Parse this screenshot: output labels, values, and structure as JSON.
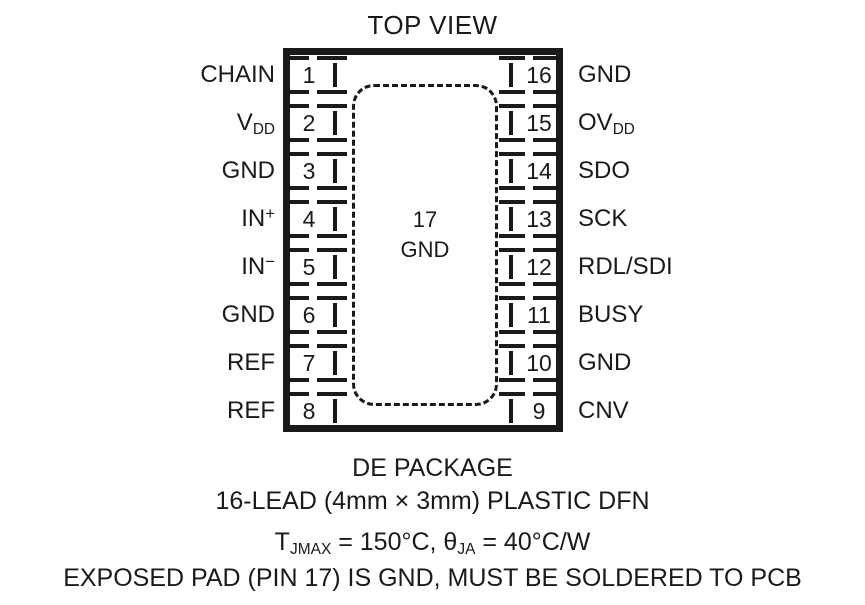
{
  "title": "TOP VIEW",
  "package": {
    "exposed_pad": {
      "pin_number": "17",
      "pin_name": "GND"
    },
    "left_pins": [
      {
        "number": "1",
        "label": "CHAIN"
      },
      {
        "number": "2",
        "label": "VDD",
        "base": "V",
        "sub": "DD"
      },
      {
        "number": "3",
        "label": "GND"
      },
      {
        "number": "4",
        "label": "IN+",
        "base": "IN",
        "sup": "+"
      },
      {
        "number": "5",
        "label": "IN−",
        "base": "IN",
        "sup": "−"
      },
      {
        "number": "6",
        "label": "GND"
      },
      {
        "number": "7",
        "label": "REF"
      },
      {
        "number": "8",
        "label": "REF"
      }
    ],
    "right_pins": [
      {
        "number": "16",
        "label": "GND"
      },
      {
        "number": "15",
        "label": "OVDD",
        "base": "OV",
        "sub": "DD"
      },
      {
        "number": "14",
        "label": "SDO"
      },
      {
        "number": "13",
        "label": "SCK"
      },
      {
        "number": "12",
        "label": "RDL/SDI"
      },
      {
        "number": "11",
        "label": "BUSY"
      },
      {
        "number": "10",
        "label": "GND"
      },
      {
        "number": "9",
        "label": "CNV"
      }
    ]
  },
  "caption": {
    "line1": "DE PACKAGE",
    "line2": "16-LEAD (4mm × 3mm) PLASTIC DFN",
    "line3_prefix": "T",
    "line3_sub1": "JMAX",
    "line3_mid": " = 150°C, θ",
    "line3_sub2": "JA",
    "line3_suffix": " = 40°C/W",
    "line4": "EXPOSED PAD (PIN 17) IS GND, MUST BE SOLDERED TO PCB"
  },
  "colors": {
    "ink": "#1a1a1a",
    "background": "#ffffff"
  }
}
